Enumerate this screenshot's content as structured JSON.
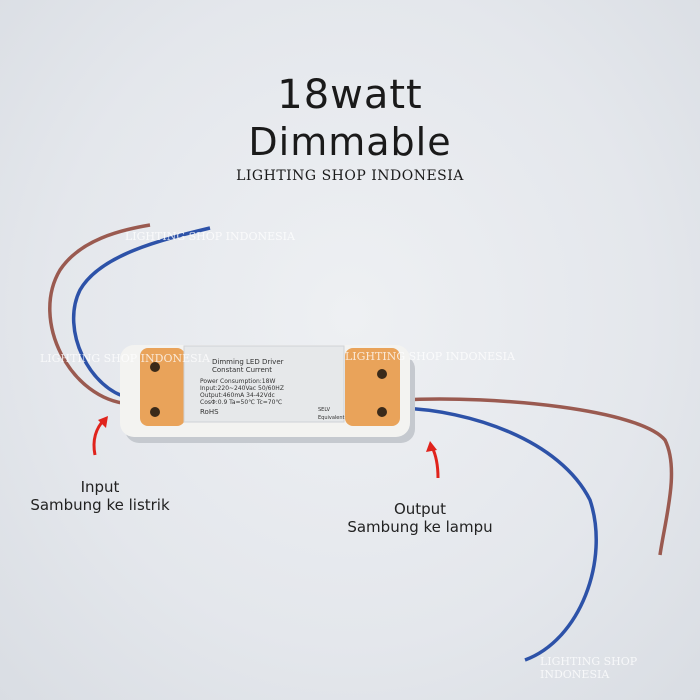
{
  "title_line1": "18watt",
  "title_line2": "Dimmable",
  "brand": "LIGHTING SHOP INDONESIA",
  "watermarks": [
    "LIGHTING SHOP INDONESIA",
    "LIGHTING SHOP INDONESIA",
    "LIGHTING SHOP INDONESIA",
    "LIGHTING SHOP INDONESIA"
  ],
  "input_caption": {
    "line1": "Input",
    "line2": "Sambung ke listrik"
  },
  "output_caption": {
    "line1": "Output",
    "line2": "Sambung ke lampu"
  },
  "label": {
    "line1": "Dimming LED Driver",
    "line2": "Constant Current",
    "line3": "Power Consumption:18W",
    "line4": "Input:220~240Vac 50/60HZ",
    "line5": "Output:460mA  34-42Vdc",
    "line6": "CosΦ:0.9  Ta=50℃  Tc=70℃",
    "line7": "RoHS",
    "line8": "SELV Equivalent"
  },
  "colors": {
    "arrow": "#e0231c",
    "housing": "#e9a35a",
    "brown_wire": "#9a5a50",
    "blue_wire": "#2d52a8"
  }
}
